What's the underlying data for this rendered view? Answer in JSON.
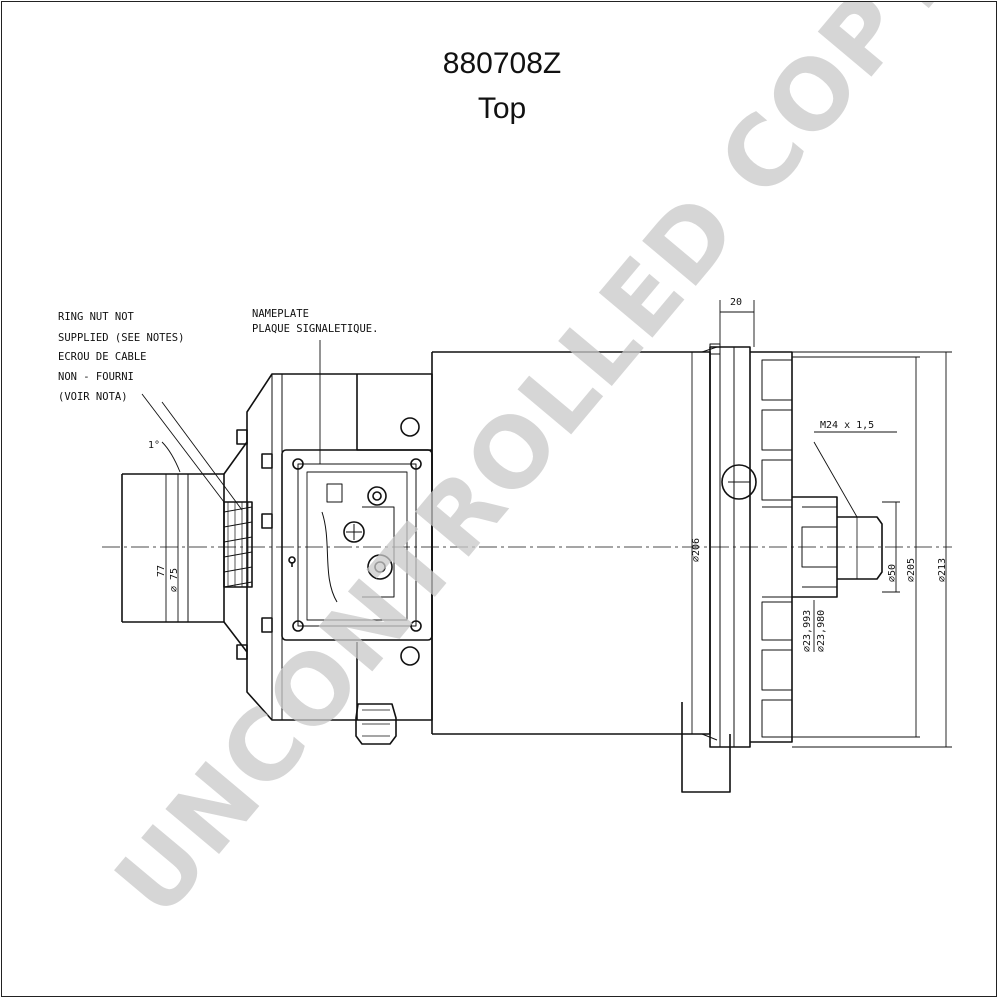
{
  "header": {
    "part_number": "880708Z",
    "view": "Top"
  },
  "notes": {
    "ring_nut": [
      "RING NUT NOT",
      "SUPPLIED (SEE NOTES)",
      "ECROU DE CABLE",
      "NON - FOURNI",
      "(VOIR NOTA)"
    ],
    "nameplate": [
      "NAMEPLATE",
      "PLAQUE SIGNALETIQUE."
    ]
  },
  "dimensions": {
    "top_width": "20",
    "thread": "M24 x 1,5",
    "dia_206": "∅206",
    "dia_50": "∅50",
    "dia_205": "∅205",
    "dia_213": "∅213",
    "shaft_upper": "∅23,993",
    "shaft_lower": "∅23,980",
    "left_77": "77",
    "left_75": "∅ 75",
    "angle": "1°"
  },
  "watermark": "UNCONTROLLED COPY"
}
